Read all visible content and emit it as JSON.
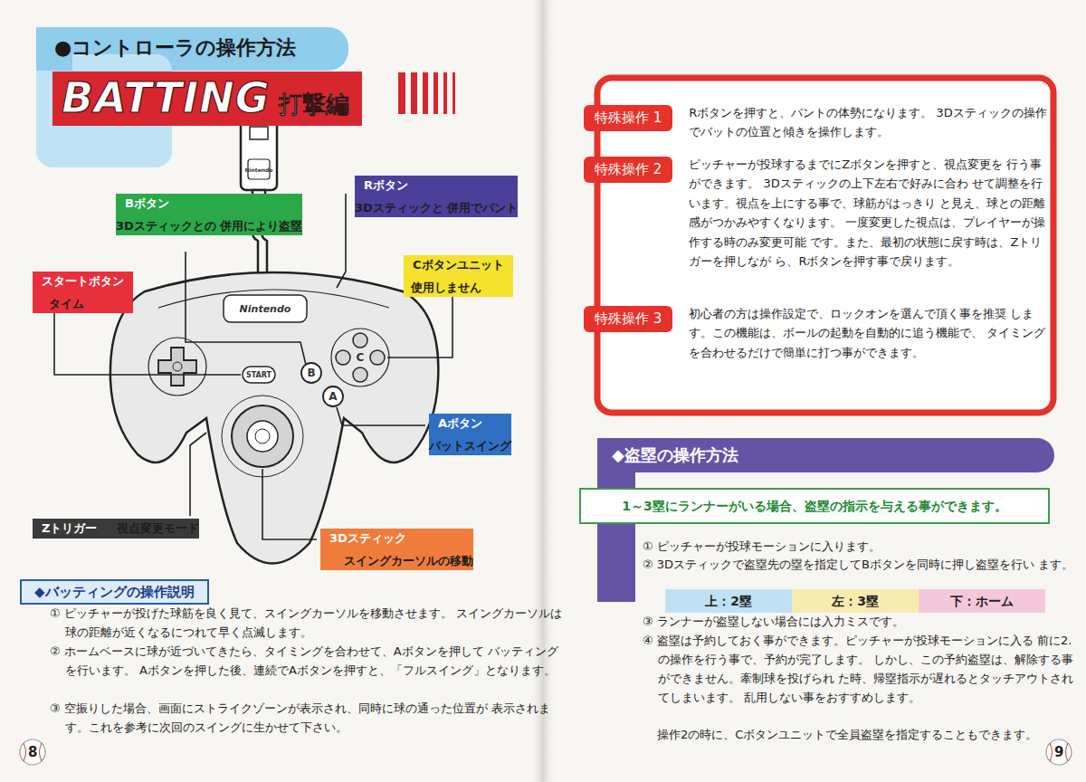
{
  "diagram": {
    "title": "●コントローラの操作方法",
    "nodes": [
      {
        "text": [
          "BATTING",
          "打撃編"
        ]
      },
      {
        "text": [
          "Bボタン",
          "3Dスティックとの 併用により盗塁"
        ]
      },
      {
        "text": [
          "Rボタン",
          "3Dスティックと 併用でバント"
        ]
      },
      {
        "text": [
          "スタートボタン",
          "タイム"
        ]
      },
      {
        "text": [
          "Cボタンユニット",
          "使用しません"
        ]
      },
      {
        "text": [
          "Aボタン",
          "バットスイング"
        ]
      },
      {
        "text": [
          "Zトリガー",
          "視点変更モード"
        ]
      },
      {
        "text": [
          "3Dスティック",
          "スイングカーソルの移動"
        ]
      },
      {
        "text": [
          "◆バッティングの操作説明"
        ]
      },
      {
        "text": [
          "特殊操作 1",
          "Rボタンを押すと、バントの体勢になります。 3Dスティックの操作でバットの位置と傾きを操作します。"
        ]
      },
      {
        "text": [
          "特殊操作 2",
          "ピッチャーが投球するまでにZボタンを押すと、視点変更を 行う事ができます。 3Dスティックの上下左右で好みに合わ せて調整を行います。視点を上にする事で、球筋がはっきり と見え、球との距離感がつかみやすくなります。 一度変更した視点は、プレイヤーが操作する時のみ変更可能 です。また、最初の状態に戻す時は、Zトリガーを押しなが ら、Rボタンを押す事で戻ります。"
        ]
      },
      {
        "text": [
          "特殊操作 3",
          "初心者の方は操作設定で、ロックオンを選んで頂く事を推奨 します。この機能は、ボールの起動を自動的に追う機能で、 タイミングを合わせるだけで簡単に打つ事ができます。"
        ]
      },
      {
        "text": [
          "◆盗塁の操作方法"
        ]
      },
      {
        "text": [
          "1～3塁にランナーがいる場合、盗塁の指示を与える事ができます。"
        ]
      },
      {
        "text": [
          "上：2塁"
        ]
      },
      {
        "text": [
          "左：3塁"
        ]
      },
      {
        "text": [
          "下：ホーム"
        ]
      }
    ],
    "labels": [
      "Nintendo",
      "Nintendo",
      "START",
      "B",
      "A",
      "C",
      "① ピッチャーが投げた球筋を良く見て、スイングカーソルを移動させます。 スイングカーソルは球の距離が近くなるにつれて早く点滅します。",
      "② ホームベースに球が近づいてきたら、タイミングを合わせて、Aボタンを押して バッティングを行います。 Aボタンを押した後、連続でAボタンを押すと、「フルスイング」となります。",
      "③ 空振りした場合、画面にストライクゾーンが表示され、同時に球の通った位置が 表示されます。これを参考に次回のスイングに生かせて下さい。",
      "① ピッチャーが投球モーションに入ります。",
      "② 3Dスティックで盗塁先の塁を指定してBボタンを同時に押し盗塁を行い ます。",
      "③ ランナーが盗塁しない場合には入力ミスです。",
      "④ 盗塁は予約しておく事ができます。ピッチャーが投球モーションに入る 前に2.の操作を行う事で、予約が完了します。 しかし、この予約盗塁は、解除する事ができません。牽制球を投げられ た時、帰塁指示が遅れるとタッチアウトされてしまいます。 乱用しない事をおすすめします。",
      "操作2の時に、Cボタンユニットで全員盗塁を指定することもできます。",
      "8",
      "9"
    ]
  }
}
